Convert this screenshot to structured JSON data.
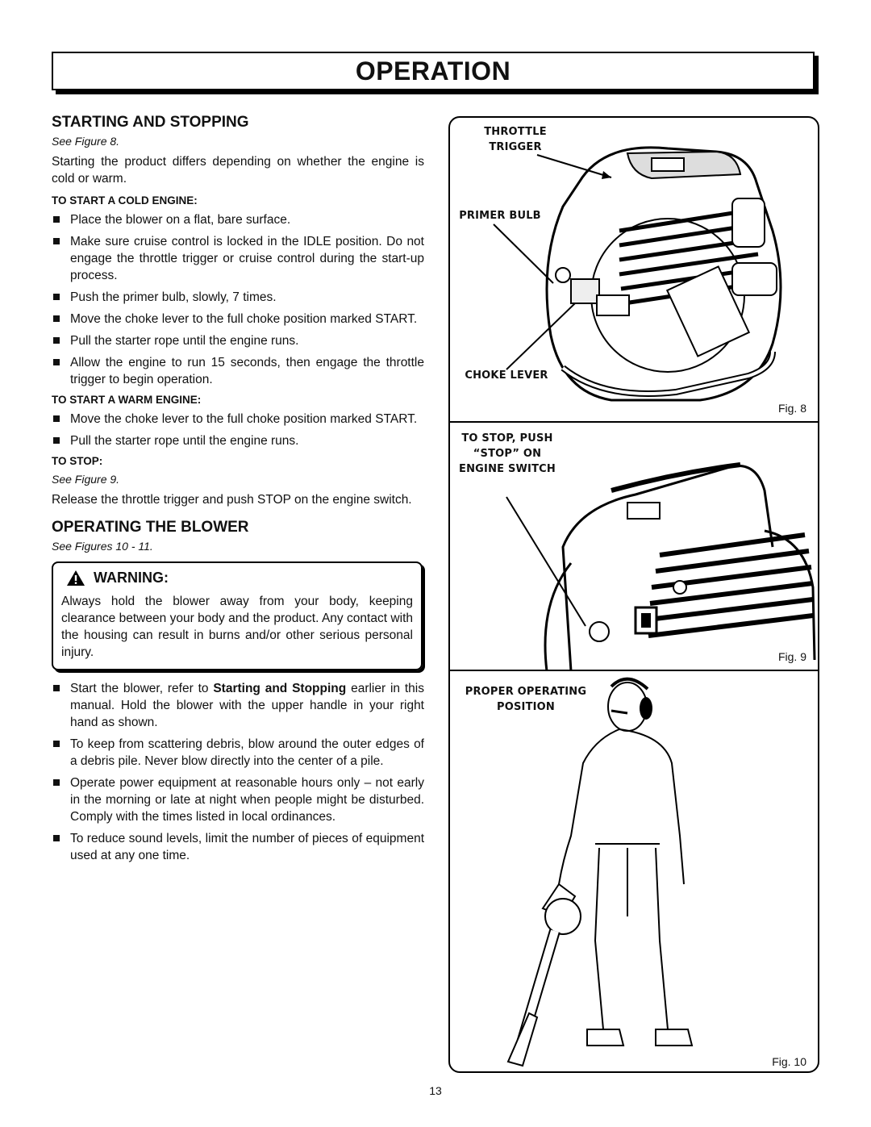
{
  "banner": {
    "title": "OPERATION"
  },
  "starting": {
    "title": "STARTING AND STOPPING",
    "see": "See Figure 8.",
    "intro": "Starting the product differs depending on whether the engine is cold or warm.",
    "cold_title": "TO START A COLD ENGINE:",
    "cold_items": [
      "Place the blower on a flat, bare surface.",
      "Make sure cruise control is locked in the IDLE position. Do not engage the throttle trigger or cruise control during the start-up process.",
      "Push the primer bulb, slowly, 7 times.",
      "Move the choke lever to the full choke position marked START.",
      "Pull the starter rope until the engine runs.",
      "Allow the engine to run 15 seconds, then engage the throttle trigger to begin operation."
    ],
    "warm_title": "TO START A WARM ENGINE:",
    "warm_items": [
      "Move the choke lever to the full choke position marked START.",
      "Pull the starter rope until the engine runs."
    ],
    "stop_title": "TO STOP:",
    "stop_see": "See Figure 9.",
    "stop_text": "Release the throttle trigger and push STOP on the engine switch."
  },
  "operating": {
    "title": "OPERATING THE BLOWER",
    "see": "See Figures 10 - 11.",
    "warning_title": "WARNING:",
    "warning_text": "Always hold the blower away from your body, keeping clearance between your body and the product. Any contact with the housing can result in burns and/or other serious personal injury.",
    "item1_pre": "Start the blower, refer to ",
    "item1_bold": "Starting and Stopping",
    "item1_post": " earlier in this manual. Hold the blower with the upper handle in your right hand as shown.",
    "items": [
      "To keep from scattering debris, blow around the outer edges of a debris pile. Never blow directly into the center of a pile.",
      "Operate power equipment at reasonable hours only – not early in the morning or late at night when people might be disturbed. Comply with the times listed in local ordinances.",
      "To reduce sound levels, limit the number of pieces of equipment used at any one time."
    ]
  },
  "figures": {
    "fig8": {
      "label_throttle": "THROTTLE TRIGGER",
      "label_primer": "PRIMER BULB",
      "label_choke": "CHOKE LEVER",
      "caption": "Fig. 8"
    },
    "fig9": {
      "label_stop": "TO STOP, PUSH “STOP” ON ENGINE SWITCH",
      "caption": "Fig. 9"
    },
    "fig10": {
      "label_position": "PROPER OPERATING POSITION",
      "caption": "Fig. 10"
    }
  },
  "page_number": "13"
}
